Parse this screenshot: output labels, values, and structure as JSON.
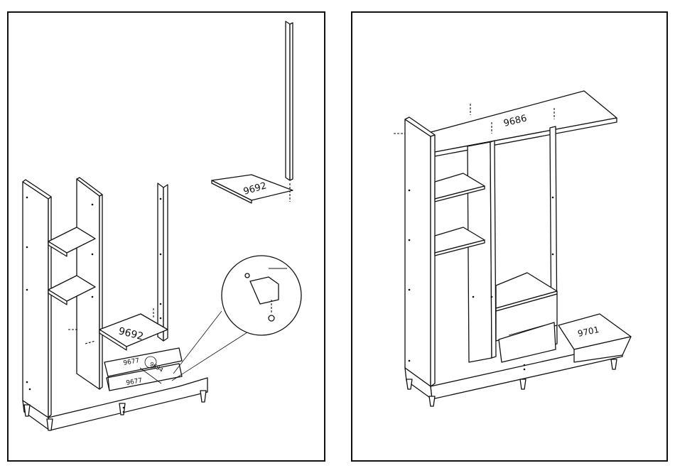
{
  "left_step": {
    "labels": {
      "top_shelf": "9692",
      "inner_shelf": "9692",
      "drawer_front": "9677",
      "drawer_bottom": "9677",
      "drawer_side": "9694"
    }
  },
  "right_step": {
    "labels": {
      "top_panel": "9686",
      "side_base": "9701"
    }
  }
}
